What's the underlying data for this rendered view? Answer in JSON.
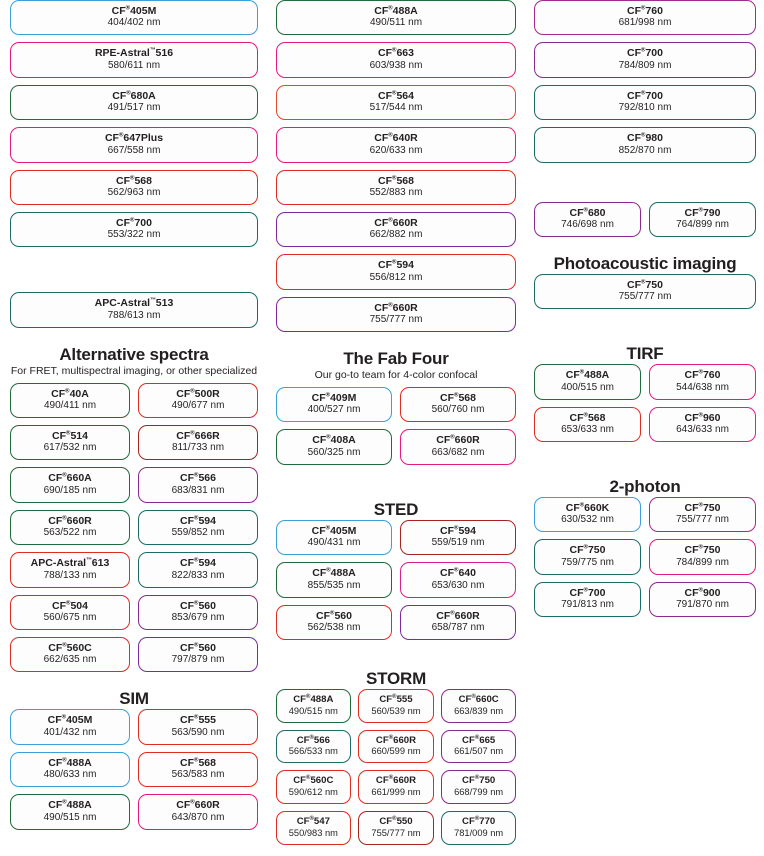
{
  "top": {
    "left_grid": [
      {
        "name": "CF",
        "reg": "®",
        "num": "405M",
        "spec": "404/402 nm",
        "color": "c-blue"
      },
      {
        "name": "RPE-Astral",
        "reg": "",
        "tm": "™",
        "num": "516",
        "spec": "580/611 nm",
        "color": "c-magenta"
      },
      {
        "name": "CF",
        "reg": "®",
        "num": "680A",
        "spec": "491/517 nm",
        "color": "c-green"
      },
      {
        "name": "CF",
        "reg": "®",
        "num": "647Plus",
        "spec": "667/558 nm",
        "color": "c-magenta"
      },
      {
        "name": "CF",
        "reg": "®",
        "num": "568",
        "spec": "562/963 nm",
        "color": "c-red"
      },
      {
        "name": "CF",
        "reg": "®",
        "num": "700",
        "spec": "553/322 nm",
        "color": "c-teal"
      },
      {
        "name": "",
        "reg": "",
        "num": "",
        "spec": "",
        "color": "blank"
      },
      {
        "name": "APC-Astral",
        "reg": "",
        "tm": "™",
        "num": "513",
        "spec": "788/613 nm",
        "color": "c-teal"
      }
    ],
    "mid_grid": [
      {
        "name": "CF",
        "reg": "®",
        "num": "488A",
        "spec": "490/511 nm",
        "color": "c-green"
      },
      {
        "name": "CF",
        "reg": "®",
        "num": "663",
        "spec": "603/938 nm",
        "color": "c-magenta"
      },
      {
        "name": "CF",
        "reg": "®",
        "num": "564",
        "spec": "517/544 nm",
        "color": "c-orange"
      },
      {
        "name": "CF",
        "reg": "®",
        "num": "640R",
        "spec": "620/633 nm",
        "color": "c-magenta"
      },
      {
        "name": "CF",
        "reg": "®",
        "num": "568",
        "spec": "552/883 nm",
        "color": "c-red"
      },
      {
        "name": "CF",
        "reg": "®",
        "num": "660R",
        "spec": "662/882 nm",
        "color": "c-violet"
      },
      {
        "name": "CF",
        "reg": "®",
        "num": "594",
        "spec": "556/812 nm",
        "color": "c-red"
      },
      {
        "name": "CF",
        "reg": "®",
        "num": "660R",
        "spec": "755/777 nm",
        "color": "c-violet"
      }
    ],
    "right_grid": [
      {
        "name": "CF",
        "reg": "®",
        "num": "760",
        "spec": "681/998 nm",
        "color": "c-plum"
      },
      {
        "name": "CF",
        "reg": "®",
        "num": "700",
        "spec": "784/809 nm",
        "color": "c-purple"
      },
      {
        "name": "CF",
        "reg": "®",
        "num": "700",
        "spec": "792/810 nm",
        "color": "c-teal"
      },
      {
        "name": "CF",
        "reg": "®",
        "num": "980",
        "spec": "852/870 nm",
        "color": "c-teal"
      }
    ]
  },
  "alternative": {
    "title": "Alternative spectra",
    "subtitle": "For FRET, multispectral imaging, or other specialized",
    "items": [
      {
        "name": "CF",
        "reg": "®",
        "num": "40A",
        "spec": "490/411 nm",
        "color": "c-green"
      },
      {
        "name": "CF",
        "reg": "®",
        "num": "500R",
        "spec": "490/677 nm",
        "color": "c-red"
      },
      {
        "name": "CF",
        "reg": "®",
        "num": "514",
        "spec": "617/532 nm",
        "color": "c-green"
      },
      {
        "name": "CF",
        "reg": "®",
        "num": "666R",
        "spec": "811/733 nm",
        "color": "c-darkred"
      },
      {
        "name": "CF",
        "reg": "®",
        "num": "660A",
        "spec": "690/185 nm",
        "color": "c-green"
      },
      {
        "name": "CF",
        "reg": "®",
        "num": "566",
        "spec": "683/831 nm",
        "color": "c-purple"
      },
      {
        "name": "CF",
        "reg": "®",
        "num": "660R",
        "spec": "563/522 nm",
        "color": "c-green"
      },
      {
        "name": "CF",
        "reg": "®",
        "num": "594",
        "spec": "559/852 nm",
        "color": "c-teal"
      },
      {
        "name": "APC-Astral",
        "reg": "",
        "tm": "™",
        "num": "613",
        "spec": "788/133 nm",
        "color": "c-red"
      },
      {
        "name": "CF",
        "reg": "®",
        "num": "594",
        "spec": "822/833 nm",
        "color": "c-teal"
      },
      {
        "name": "CF",
        "reg": "®",
        "num": "504",
        "spec": "560/675 nm",
        "color": "c-red"
      },
      {
        "name": "CF",
        "reg": "®",
        "num": "560",
        "spec": "853/679 nm",
        "color": "c-purple"
      },
      {
        "name": "CF",
        "reg": "®",
        "num": "560C",
        "spec": "662/635 nm",
        "color": "c-red"
      },
      {
        "name": "CF",
        "reg": "®",
        "num": "560",
        "spec": "797/879 nm",
        "color": "c-violet"
      }
    ]
  },
  "sim": {
    "title": "SIM",
    "items": [
      {
        "name": "CF",
        "reg": "®",
        "num": "405M",
        "spec": "401/432 nm",
        "color": "c-blue"
      },
      {
        "name": "CF",
        "reg": "®",
        "num": "555",
        "spec": "563/590 nm",
        "color": "c-red"
      },
      {
        "name": "CF",
        "reg": "®",
        "num": "488A",
        "spec": "480/633 nm",
        "color": "c-blue"
      },
      {
        "name": "CF",
        "reg": "®",
        "num": "568",
        "spec": "563/583 nm",
        "color": "c-red"
      },
      {
        "name": "CF",
        "reg": "®",
        "num": "488A",
        "spec": "490/515 nm",
        "color": "c-green"
      },
      {
        "name": "CF",
        "reg": "®",
        "num": "660R",
        "spec": "643/870 nm",
        "color": "c-magenta"
      }
    ]
  },
  "fab_four": {
    "title": "The Fab Four",
    "subtitle": "Our go-to team for 4-color confocal",
    "items": [
      {
        "name": "CF",
        "reg": "®",
        "num": "409M",
        "spec": "400/527 nm",
        "color": "c-blue"
      },
      {
        "name": "CF",
        "reg": "®",
        "num": "568",
        "spec": "560/760 nm",
        "color": "c-red"
      },
      {
        "name": "CF",
        "reg": "®",
        "num": "408A",
        "spec": "560/325 nm",
        "color": "c-green"
      },
      {
        "name": "CF",
        "reg": "®",
        "num": "660R",
        "spec": "663/682 nm",
        "color": "c-magenta"
      }
    ]
  },
  "sted": {
    "title": "STED",
    "items": [
      {
        "name": "CF",
        "reg": "®",
        "num": "405M",
        "spec": "490/431 nm",
        "color": "c-blue"
      },
      {
        "name": "CF",
        "reg": "®",
        "num": "594",
        "spec": "559/519 nm",
        "color": "c-darkred"
      },
      {
        "name": "CF",
        "reg": "®",
        "num": "488A",
        "spec": "855/535 nm",
        "color": "c-green"
      },
      {
        "name": "CF",
        "reg": "®",
        "num": "640",
        "spec": "653/630 nm",
        "color": "c-pink"
      },
      {
        "name": "CF",
        "reg": "®",
        "num": "560",
        "spec": "562/538 nm",
        "color": "c-red"
      },
      {
        "name": "CF",
        "reg": "®",
        "num": "660R",
        "spec": "658/787 nm",
        "color": "c-violet"
      }
    ]
  },
  "storm": {
    "title": "STORM",
    "items": [
      {
        "name": "CF",
        "reg": "®",
        "num": "488A",
        "spec": "490/515 nm",
        "color": "c-green"
      },
      {
        "name": "CF",
        "reg": "®",
        "num": "555",
        "spec": "560/539 nm",
        "color": "c-red"
      },
      {
        "name": "CF",
        "reg": "®",
        "num": "660C",
        "spec": "663/839 nm",
        "color": "c-purple"
      },
      {
        "name": "CF",
        "reg": "®",
        "num": "566",
        "spec": "566/533 nm",
        "color": "c-teal"
      },
      {
        "name": "CF",
        "reg": "®",
        "num": "660R",
        "spec": "660/599 nm",
        "color": "c-red"
      },
      {
        "name": "CF",
        "reg": "®",
        "num": "665",
        "spec": "661/507 nm",
        "color": "c-purple"
      },
      {
        "name": "CF",
        "reg": "®",
        "num": "560C",
        "spec": "590/612 nm",
        "color": "c-red"
      },
      {
        "name": "CF",
        "reg": "®",
        "num": "660R",
        "spec": "661/999 nm",
        "color": "c-red"
      },
      {
        "name": "CF",
        "reg": "®",
        "num": "750",
        "spec": "668/799 nm",
        "color": "c-purple"
      },
      {
        "name": "CF",
        "reg": "®",
        "num": "547",
        "spec": "550/983 nm",
        "color": "c-red"
      },
      {
        "name": "CF",
        "reg": "®",
        "num": "550",
        "spec": "755/777 nm",
        "color": "c-darkred"
      },
      {
        "name": "CF",
        "reg": "®",
        "num": "770",
        "spec": "781/009 nm",
        "color": "c-teal"
      }
    ]
  },
  "right_pair": {
    "items": [
      {
        "name": "CF",
        "reg": "®",
        "num": "680",
        "spec": "746/698 nm",
        "color": "c-purple"
      },
      {
        "name": "CF",
        "reg": "®",
        "num": "790",
        "spec": "764/899 nm",
        "color": "c-teal"
      }
    ]
  },
  "photoacoustic": {
    "title": "Photoacoustic imaging",
    "items": [
      {
        "name": "CF",
        "reg": "®",
        "num": "750",
        "spec": "755/777 nm",
        "color": "c-teal"
      }
    ]
  },
  "tirf": {
    "title": "TIRF",
    "items": [
      {
        "name": "CF",
        "reg": "®",
        "num": "488A",
        "spec": "400/515 nm",
        "color": "c-green"
      },
      {
        "name": "CF",
        "reg": "®",
        "num": "760",
        "spec": "544/638 nm",
        "color": "c-magenta"
      },
      {
        "name": "CF",
        "reg": "®",
        "num": "568",
        "spec": "653/633 nm",
        "color": "c-red"
      },
      {
        "name": "CF",
        "reg": "®",
        "num": "960",
        "spec": "643/633 nm",
        "color": "c-pink"
      }
    ]
  },
  "two_photon": {
    "title": "2-photon",
    "items": [
      {
        "name": "CF",
        "reg": "®",
        "num": "660K",
        "spec": "630/532 nm",
        "color": "c-blue"
      },
      {
        "name": "CF",
        "reg": "®",
        "num": "750",
        "spec": "755/777 nm",
        "color": "c-plum"
      },
      {
        "name": "CF",
        "reg": "®",
        "num": "750",
        "spec": "759/775 nm",
        "color": "c-teal"
      },
      {
        "name": "CF",
        "reg": "®",
        "num": "750",
        "spec": "784/899 nm",
        "color": "c-magenta"
      },
      {
        "name": "CF",
        "reg": "®",
        "num": "700",
        "spec": "791/813 nm",
        "color": "c-teal"
      },
      {
        "name": "CF",
        "reg": "®",
        "num": "900",
        "spec": "791/870 nm",
        "color": "c-purple"
      }
    ]
  }
}
